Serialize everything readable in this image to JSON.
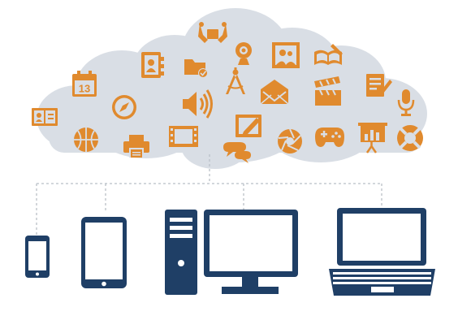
{
  "colors": {
    "accent": "#E08A2E",
    "cloud": "#D9DEE5",
    "cloud_shadow": "#C9D0D9",
    "device": "#1F3F66",
    "connector": "#B9BFC7",
    "background": "#FFFFFF"
  },
  "cloud_icons": {
    "calendar_day": "13"
  },
  "icons": [
    "hands-lifting-icon",
    "webcam-icon",
    "picture-frame-icon",
    "address-book-icon",
    "folder-check-icon",
    "open-book-pencil-icon",
    "calendar-icon",
    "compass-icon",
    "speaker-icon",
    "drafting-compass-icon",
    "envelope-icon",
    "clapperboard-icon",
    "document-edit-icon",
    "microphone-icon",
    "reading-book-icon",
    "basketball-icon",
    "printer-icon",
    "film-strip-icon",
    "edit-screen-icon",
    "chat-bubbles-icon",
    "camera-aperture-icon",
    "gamepad-icon",
    "presentation-chart-icon",
    "lifebuoy-icon"
  ],
  "devices": [
    "smartphone",
    "tablet",
    "desktop-computer",
    "laptop"
  ]
}
